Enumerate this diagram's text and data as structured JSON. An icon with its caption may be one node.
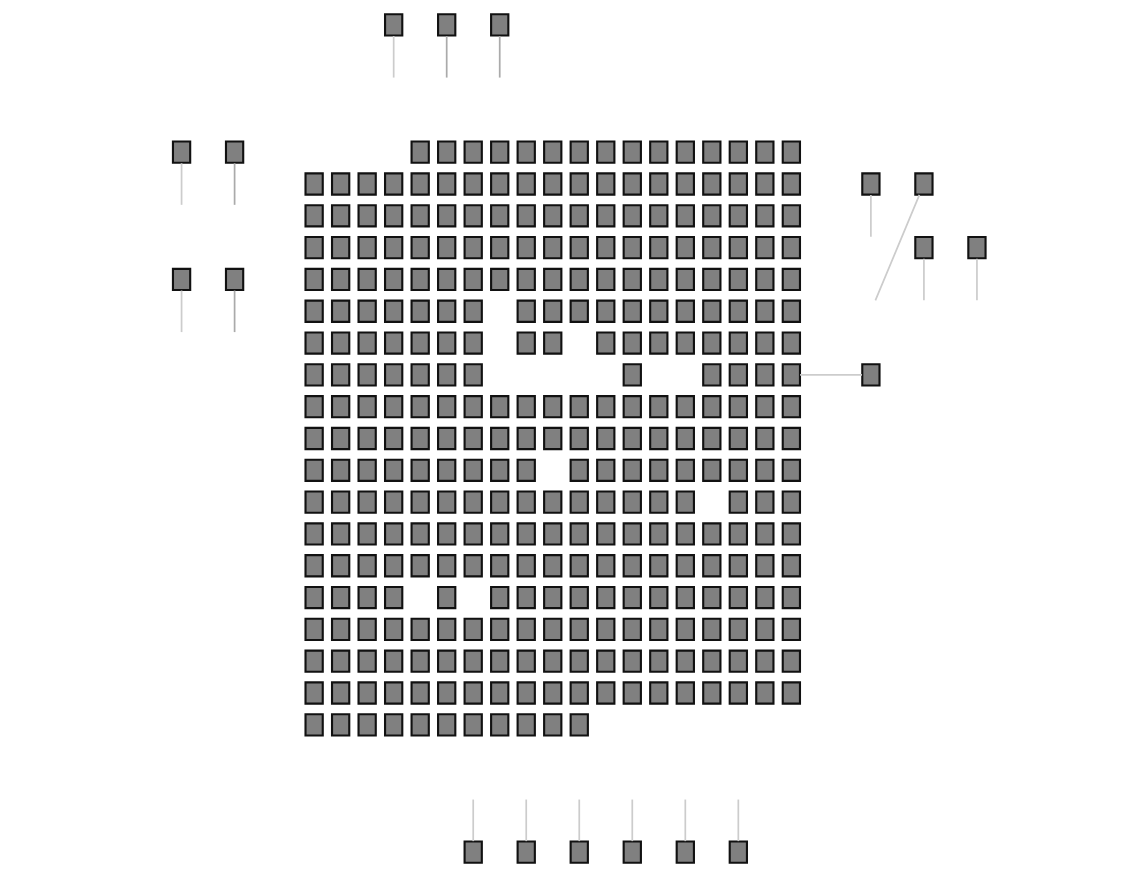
{
  "diagram": {
    "nodes": [
      {
        "text": [],
        "shape": "box"
      },
      {
        "text": [],
        "shape": "box"
      },
      {
        "text": [],
        "shape": "box"
      },
      {
        "text": [],
        "shape": "box"
      },
      {
        "text": [],
        "shape": "box"
      },
      {
        "text": [],
        "shape": "box"
      },
      {
        "text": [],
        "shape": "box"
      },
      {
        "text": [],
        "shape": "box"
      },
      {
        "text": [],
        "shape": "box"
      },
      {
        "text": [],
        "shape": "box"
      },
      {
        "text": [],
        "shape": "box"
      },
      {
        "text": [],
        "shape": "box"
      },
      {
        "text": [],
        "shape": "box"
      },
      {
        "text": [],
        "shape": "box"
      },
      {
        "text": [],
        "shape": "box"
      },
      {
        "text": [],
        "shape": "box"
      },
      {
        "text": [],
        "shape": "box"
      },
      {
        "text": [],
        "shape": "box"
      },
      {
        "text": [],
        "shape": "box"
      },
      {
        "text": [],
        "shape": "box"
      },
      {
        "text": [],
        "shape": "box"
      },
      {
        "text": [],
        "shape": "box"
      },
      {
        "text": [],
        "shape": "box"
      },
      {
        "text": [],
        "shape": "box"
      },
      {
        "text": [],
        "shape": "box"
      },
      {
        "text": [],
        "shape": "box"
      },
      {
        "text": [],
        "shape": "box"
      },
      {
        "text": [],
        "shape": "box"
      },
      {
        "text": [],
        "shape": "box"
      },
      {
        "text": [],
        "shape": "box"
      },
      {
        "text": [],
        "shape": "box"
      },
      {
        "text": [],
        "shape": "box"
      },
      {
        "text": [],
        "shape": "box"
      },
      {
        "text": [],
        "shape": "box"
      },
      {
        "text": [],
        "shape": "box"
      },
      {
        "text": [],
        "shape": "box"
      },
      {
        "text": [],
        "shape": "box"
      },
      {
        "text": [],
        "shape": "box"
      },
      {
        "text": [],
        "shape": "box"
      },
      {
        "text": [],
        "shape": "box"
      },
      {
        "text": [],
        "shape": "box"
      },
      {
        "text": [],
        "shape": "box"
      },
      {
        "text": [],
        "shape": "box"
      },
      {
        "text": [],
        "shape": "box"
      },
      {
        "text": [],
        "shape": "box"
      },
      {
        "text": [],
        "shape": "box"
      },
      {
        "text": [],
        "shape": "box"
      },
      {
        "text": [],
        "shape": "box"
      },
      {
        "text": [],
        "shape": "box"
      },
      {
        "text": [],
        "shape": "box"
      },
      {
        "text": [],
        "shape": "box"
      },
      {
        "text": [],
        "shape": "box"
      },
      {
        "text": [],
        "shape": "box"
      },
      {
        "text": [],
        "shape": "box"
      },
      {
        "text": [],
        "shape": "box"
      },
      {
        "text": [],
        "shape": "box"
      },
      {
        "text": [],
        "shape": "box"
      },
      {
        "text": [],
        "shape": "box"
      },
      {
        "text": [],
        "shape": "box"
      },
      {
        "text": [],
        "shape": "box"
      },
      {
        "text": [],
        "shape": "box"
      },
      {
        "text": [],
        "shape": "box"
      },
      {
        "text": [],
        "shape": "box"
      },
      {
        "text": [],
        "shape": "box"
      },
      {
        "text": [],
        "shape": "box"
      },
      {
        "text": [],
        "shape": "box"
      },
      {
        "text": [],
        "shape": "box"
      },
      {
        "text": [],
        "shape": "box"
      },
      {
        "text": [],
        "shape": "box"
      },
      {
        "text": [],
        "shape": "box"
      },
      {
        "text": [],
        "shape": "box"
      },
      {
        "text": [],
        "shape": "box"
      },
      {
        "text": [],
        "shape": "box"
      },
      {
        "text": [],
        "shape": "box"
      },
      {
        "text": [],
        "shape": "box"
      },
      {
        "text": [],
        "shape": "box"
      },
      {
        "text": [],
        "shape": "box"
      },
      {
        "text": [],
        "shape": "box"
      },
      {
        "text": [],
        "shape": "box"
      },
      {
        "text": [],
        "shape": "box"
      },
      {
        "text": [],
        "shape": "box"
      },
      {
        "text": [],
        "shape": "box"
      },
      {
        "text": [],
        "shape": "box"
      },
      {
        "text": [],
        "shape": "box"
      },
      {
        "text": [],
        "shape": "box"
      },
      {
        "text": [],
        "shape": "box"
      },
      {
        "text": [],
        "shape": "box"
      },
      {
        "text": [],
        "shape": "box"
      },
      {
        "text": [],
        "shape": "box"
      },
      {
        "text": [],
        "shape": "box"
      },
      {
        "text": [],
        "shape": "box"
      },
      {
        "text": [],
        "shape": "box"
      },
      {
        "text": [],
        "shape": "box"
      },
      {
        "text": [],
        "shape": "box"
      },
      {
        "text": [],
        "shape": "box"
      },
      {
        "text": [],
        "shape": "box"
      },
      {
        "text": [],
        "shape": "box"
      },
      {
        "text": [],
        "shape": "box"
      },
      {
        "text": [],
        "shape": "box"
      },
      {
        "text": [],
        "shape": "box"
      },
      {
        "text": [],
        "shape": "box"
      },
      {
        "text": [],
        "shape": "box"
      },
      {
        "text": [],
        "shape": "box"
      },
      {
        "text": [],
        "shape": "box"
      },
      {
        "text": [],
        "shape": "box"
      },
      {
        "text": [],
        "shape": "box"
      },
      {
        "text": [],
        "shape": "box"
      },
      {
        "text": [],
        "shape": "box"
      },
      {
        "text": [],
        "shape": "box"
      },
      {
        "text": [],
        "shape": "box"
      },
      {
        "text": [],
        "shape": "box"
      },
      {
        "text": [],
        "shape": "box"
      },
      {
        "text": [],
        "shape": "box"
      },
      {
        "text": [],
        "shape": "box"
      },
      {
        "text": [],
        "shape": "box"
      },
      {
        "text": [],
        "shape": "box"
      },
      {
        "text": [],
        "shape": "box"
      },
      {
        "text": [],
        "shape": "box"
      },
      {
        "text": [],
        "shape": "box"
      },
      {
        "text": [],
        "shape": "box"
      },
      {
        "text": [],
        "shape": "box"
      },
      {
        "text": [],
        "shape": "box"
      },
      {
        "text": [],
        "shape": "box"
      },
      {
        "text": [],
        "shape": "box"
      },
      {
        "text": [],
        "shape": "box"
      },
      {
        "text": [],
        "shape": "box"
      },
      {
        "text": [],
        "shape": "box"
      },
      {
        "text": [],
        "shape": "box"
      },
      {
        "text": [],
        "shape": "box"
      },
      {
        "text": [],
        "shape": "box"
      },
      {
        "text": [],
        "shape": "box"
      },
      {
        "text": [],
        "shape": "box"
      },
      {
        "text": [],
        "shape": "box"
      },
      {
        "text": [],
        "shape": "box"
      },
      {
        "text": [],
        "shape": "box"
      },
      {
        "text": [],
        "shape": "box"
      },
      {
        "text": [],
        "shape": "box"
      },
      {
        "text": [],
        "shape": "box"
      },
      {
        "text": [],
        "shape": "box"
      },
      {
        "text": [],
        "shape": "box"
      },
      {
        "text": [],
        "shape": "box"
      },
      {
        "text": [],
        "shape": "box"
      },
      {
        "text": [],
        "shape": "box"
      },
      {
        "text": [],
        "shape": "box"
      },
      {
        "text": [],
        "shape": "box"
      },
      {
        "text": [],
        "shape": "box"
      },
      {
        "text": [],
        "shape": "box"
      },
      {
        "text": [],
        "shape": "box"
      },
      {
        "text": [],
        "shape": "box"
      },
      {
        "text": [],
        "shape": "box"
      },
      {
        "text": [],
        "shape": "box"
      },
      {
        "text": [],
        "shape": "box"
      },
      {
        "text": [],
        "shape": "box"
      },
      {
        "text": [],
        "shape": "box"
      },
      {
        "text": [],
        "shape": "box"
      },
      {
        "text": [],
        "shape": "box"
      },
      {
        "text": [],
        "shape": "box"
      },
      {
        "text": [],
        "shape": "box"
      },
      {
        "text": [],
        "shape": "box"
      },
      {
        "text": [],
        "shape": "box"
      },
      {
        "text": [],
        "shape": "box"
      },
      {
        "text": [],
        "shape": "box"
      },
      {
        "text": [],
        "shape": "box"
      },
      {
        "text": [],
        "shape": "box"
      },
      {
        "text": [],
        "shape": "box"
      },
      {
        "text": [],
        "shape": "box"
      },
      {
        "text": [],
        "shape": "box"
      },
      {
        "text": [],
        "shape": "box"
      },
      {
        "text": [],
        "shape": "box"
      },
      {
        "text": [],
        "shape": "box"
      },
      {
        "text": [],
        "shape": "box"
      },
      {
        "text": [],
        "shape": "box"
      },
      {
        "text": [],
        "shape": "box"
      },
      {
        "text": [],
        "shape": "box"
      },
      {
        "text": [],
        "shape": "box"
      },
      {
        "text": [],
        "shape": "box"
      },
      {
        "text": [],
        "shape": "box"
      },
      {
        "text": [],
        "shape": "box"
      },
      {
        "text": [],
        "shape": "box"
      },
      {
        "text": [],
        "shape": "box"
      },
      {
        "text": [],
        "shape": "box"
      },
      {
        "text": [],
        "shape": "box"
      },
      {
        "text": [],
        "shape": "box"
      },
      {
        "text": [],
        "shape": "box"
      },
      {
        "text": [],
        "shape": "box"
      },
      {
        "text": [],
        "shape": "box"
      },
      {
        "text": [],
        "shape": "box"
      },
      {
        "text": [],
        "shape": "box"
      },
      {
        "text": [],
        "shape": "box"
      },
      {
        "text": [],
        "shape": "box"
      },
      {
        "text": [],
        "shape": "box"
      },
      {
        "text": [],
        "shape": "box"
      },
      {
        "text": [],
        "shape": "box"
      },
      {
        "text": [],
        "shape": "box"
      },
      {
        "text": [],
        "shape": "box"
      },
      {
        "text": [],
        "shape": "box"
      },
      {
        "text": [],
        "shape": "box"
      },
      {
        "text": [],
        "shape": "box"
      },
      {
        "text": [],
        "shape": "box"
      },
      {
        "text": [],
        "shape": "box"
      },
      {
        "text": [],
        "shape": "box"
      },
      {
        "text": [],
        "shape": "box"
      },
      {
        "text": [],
        "shape": "box"
      },
      {
        "text": [],
        "shape": "box"
      },
      {
        "text": [],
        "shape": "box"
      },
      {
        "text": [],
        "shape": "box"
      },
      {
        "text": [],
        "shape": "box"
      },
      {
        "text": [],
        "shape": "box"
      },
      {
        "text": [],
        "shape": "box"
      },
      {
        "text": [],
        "shape": "box"
      },
      {
        "text": [],
        "shape": "box"
      },
      {
        "text": [],
        "shape": "box"
      },
      {
        "text": [],
        "shape": "box"
      },
      {
        "text": [],
        "shape": "box"
      },
      {
        "text": [],
        "shape": "box"
      },
      {
        "text": [],
        "shape": "box"
      },
      {
        "text": [],
        "shape": "box"
      },
      {
        "text": [],
        "shape": "box"
      },
      {
        "text": [],
        "shape": "box"
      },
      {
        "text": [],
        "shape": "box"
      },
      {
        "text": [],
        "shape": "box"
      },
      {
        "text": [],
        "shape": "box"
      },
      {
        "text": [],
        "shape": "box"
      },
      {
        "text": [],
        "shape": "box"
      },
      {
        "text": [],
        "shape": "box"
      },
      {
        "text": [],
        "shape": "box"
      },
      {
        "text": [],
        "shape": "box"
      },
      {
        "text": [],
        "shape": "box"
      },
      {
        "text": [],
        "shape": "box"
      },
      {
        "text": [],
        "shape": "box"
      },
      {
        "text": [],
        "shape": "box"
      },
      {
        "text": [],
        "shape": "box"
      },
      {
        "text": [],
        "shape": "box"
      },
      {
        "text": [],
        "shape": "box"
      },
      {
        "text": [],
        "shape": "box"
      },
      {
        "text": [],
        "shape": "box"
      },
      {
        "text": [],
        "shape": "box"
      },
      {
        "text": [],
        "shape": "box"
      },
      {
        "text": [],
        "shape": "box"
      },
      {
        "text": [],
        "shape": "box"
      },
      {
        "text": [],
        "shape": "box"
      },
      {
        "text": [],
        "shape": "box"
      },
      {
        "text": [],
        "shape": "box"
      },
      {
        "text": [],
        "shape": "box"
      },
      {
        "text": [],
        "shape": "box"
      },
      {
        "text": [],
        "shape": "box"
      },
      {
        "text": [],
        "shape": "box"
      },
      {
        "text": [],
        "shape": "box"
      },
      {
        "text": [],
        "shape": "box"
      },
      {
        "text": [],
        "shape": "box"
      },
      {
        "text": [],
        "shape": "box"
      },
      {
        "text": [],
        "shape": "box"
      },
      {
        "text": [],
        "shape": "box"
      },
      {
        "text": [],
        "shape": "box"
      },
      {
        "text": [],
        "shape": "box"
      },
      {
        "text": [],
        "shape": "box"
      },
      {
        "text": [],
        "shape": "box"
      },
      {
        "text": [],
        "shape": "box"
      },
      {
        "text": [],
        "shape": "box"
      },
      {
        "text": [],
        "shape": "box"
      },
      {
        "text": [],
        "shape": "box"
      },
      {
        "text": [],
        "shape": "box"
      },
      {
        "text": [],
        "shape": "box"
      },
      {
        "text": [],
        "shape": "box"
      },
      {
        "text": [],
        "shape": "box"
      },
      {
        "text": [],
        "shape": "box"
      },
      {
        "text": [],
        "shape": "box"
      },
      {
        "text": [],
        "shape": "box"
      },
      {
        "text": [],
        "shape": "box"
      },
      {
        "text": [],
        "shape": "box"
      },
      {
        "text": [],
        "shape": "box"
      },
      {
        "text": [],
        "shape": "box"
      },
      {
        "text": [],
        "shape": "box"
      },
      {
        "text": [],
        "shape": "box"
      },
      {
        "text": [],
        "shape": "box"
      },
      {
        "text": [],
        "shape": "box"
      },
      {
        "text": [],
        "shape": "box"
      },
      {
        "text": [],
        "shape": "box"
      },
      {
        "text": [],
        "shape": "box"
      },
      {
        "text": [],
        "shape": "box"
      },
      {
        "text": [],
        "shape": "box"
      },
      {
        "text": [],
        "shape": "box"
      },
      {
        "text": [],
        "shape": "box"
      },
      {
        "text": [],
        "shape": "box"
      },
      {
        "text": [],
        "shape": "box"
      },
      {
        "text": [],
        "shape": "box"
      },
      {
        "text": [],
        "shape": "box"
      },
      {
        "text": [],
        "shape": "box"
      },
      {
        "text": [],
        "shape": "box"
      },
      {
        "text": [],
        "shape": "box"
      },
      {
        "text": [],
        "shape": "box"
      },
      {
        "text": [],
        "shape": "box"
      },
      {
        "text": [],
        "shape": "box"
      },
      {
        "text": [],
        "shape": "box"
      },
      {
        "text": [],
        "shape": "box"
      },
      {
        "text": [],
        "shape": "box"
      },
      {
        "text": [],
        "shape": "box"
      },
      {
        "text": [],
        "shape": "box"
      },
      {
        "text": [],
        "shape": "box"
      },
      {
        "text": [],
        "shape": "box"
      },
      {
        "text": [],
        "shape": "box"
      },
      {
        "text": [],
        "shape": "box"
      },
      {
        "text": [],
        "shape": "box"
      },
      {
        "text": [],
        "shape": "box"
      },
      {
        "text": [],
        "shape": "box"
      },
      {
        "text": [],
        "shape": "box"
      },
      {
        "text": [],
        "shape": "box"
      },
      {
        "text": [],
        "shape": "box"
      },
      {
        "text": [],
        "shape": "box"
      },
      {
        "text": [],
        "shape": "box"
      },
      {
        "text": [],
        "shape": "box"
      },
      {
        "text": [],
        "shape": "box"
      },
      {
        "text": [],
        "shape": "box"
      },
      {
        "text": [],
        "shape": "box"
      },
      {
        "text": [],
        "shape": "box"
      },
      {
        "text": [],
        "shape": "box"
      },
      {
        "text": [],
        "shape": "box"
      },
      {
        "text": [],
        "shape": "box"
      },
      {
        "text": [],
        "shape": "box"
      },
      {
        "text": [],
        "shape": "box"
      },
      {
        "text": [],
        "shape": "box"
      },
      {
        "text": [],
        "shape": "box"
      },
      {
        "text": [],
        "shape": "box"
      },
      {
        "text": [],
        "shape": "box"
      },
      {
        "text": [],
        "shape": "box"
      },
      {
        "text": [],
        "shape": "box"
      },
      {
        "text": [],
        "shape": "box"
      },
      {
        "text": [],
        "shape": "box"
      },
      {
        "text": [],
        "shape": "box"
      },
      {
        "text": [],
        "shape": "box"
      },
      {
        "text": [],
        "shape": "box"
      },
      {
        "text": [],
        "shape": "box"
      },
      {
        "text": [],
        "shape": "box"
      },
      {
        "text": [],
        "shape": "box"
      },
      {
        "text": [],
        "shape": "box"
      },
      {
        "text": [],
        "shape": "box"
      },
      {
        "text": [],
        "shape": "box"
      },
      {
        "text": [],
        "shape": "box"
      },
      {
        "text": [],
        "shape": "box"
      },
      {
        "text": [],
        "shape": "box"
      },
      {
        "text": [],
        "shape": "box"
      },
      {
        "text": [],
        "shape": "box"
      },
      {
        "text": [],
        "shape": "box"
      },
      {
        "text": [],
        "shape": "box"
      },
      {
        "text": [],
        "shape": "box"
      },
      {
        "text": [],
        "shape": "box"
      },
      {
        "text": [],
        "shape": "box"
      },
      {
        "text": [],
        "shape": "box"
      },
      {
        "text": [],
        "shape": "box"
      },
      {
        "text": [],
        "shape": "box"
      },
      {
        "text": [],
        "shape": "box"
      },
      {
        "text": [],
        "shape": "box"
      },
      {
        "text": [],
        "shape": "box"
      }
    ],
    "edges": [
      {
        "from": 0,
        "to": null,
        "arrow": "none"
      },
      {
        "from": 1,
        "to": null,
        "arrow": "none",
        "color": "#aaaaaa"
      },
      {
        "from": 2,
        "to": null,
        "arrow": "none",
        "color": "#aaaaaa"
      },
      {
        "from": 3,
        "to": null,
        "arrow": "none"
      },
      {
        "from": 4,
        "to": null,
        "arrow": "none",
        "color": "#aaaaaa"
      },
      {
        "from": 8,
        "to": null,
        "arrow": "none"
      },
      {
        "from": 11,
        "to": null,
        "arrow": "none",
        "color": "#aaaaaa"
      },
      {
        "from": 5,
        "to": null,
        "arrow": "none"
      },
      {
        "from": 6,
        "to": null,
        "arrow": "none"
      },
      {
        "from": 7,
        "to": 149,
        "arrow": "none"
      },
      {
        "from": 9,
        "to": null,
        "arrow": "none"
      },
      {
        "from": 10,
        "to": null,
        "arrow": "none"
      },
      {
        "from": 347,
        "to": null,
        "arrow": "none"
      },
      {
        "from": 348,
        "to": null,
        "arrow": "none"
      },
      {
        "from": 349,
        "to": null,
        "arrow": "none"
      },
      {
        "from": 350,
        "to": null,
        "arrow": "none"
      },
      {
        "from": 351,
        "to": null,
        "arrow": "none"
      },
      {
        "from": 352,
        "to": null,
        "arrow": "none"
      }
    ]
  }
}
